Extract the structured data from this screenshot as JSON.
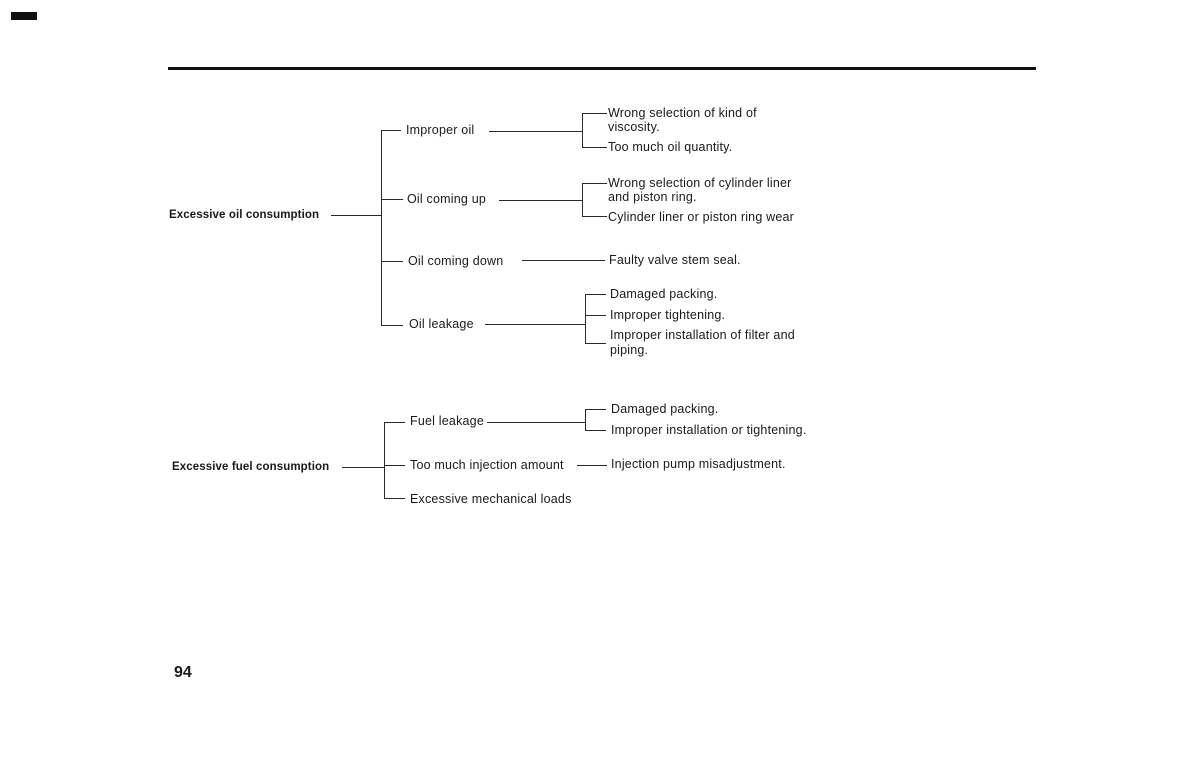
{
  "diagram": {
    "oil": {
      "root": "Excessive oil consumption",
      "causes": [
        {
          "label": "Improper oil",
          "effects": [
            "Wrong selection of kind of",
            "viscosity.",
            "Too much oil quantity."
          ]
        },
        {
          "label": "Oil coming up",
          "effects": [
            "Wrong selection of cylinder liner",
            "and piston ring.",
            "Cylinder liner or piston ring wear"
          ]
        },
        {
          "label": "Oil coming down",
          "effects": [
            "Faulty valve stem seal."
          ]
        },
        {
          "label": "Oil leakage",
          "effects": [
            "Damaged packing.",
            "Improper tightening.",
            "Improper installation of filter and",
            "piping."
          ]
        }
      ]
    },
    "fuel": {
      "root": "Excessive fuel consumption",
      "causes": [
        {
          "label": "Fuel leakage",
          "effects": [
            "Damaged packing.",
            "Improper installation or tightening."
          ]
        },
        {
          "label": "Too much injection amount",
          "effects": [
            "Injection pump misadjustment."
          ]
        },
        {
          "label": "Excessive mechanical loads",
          "effects": []
        }
      ]
    }
  },
  "page_number": "94"
}
